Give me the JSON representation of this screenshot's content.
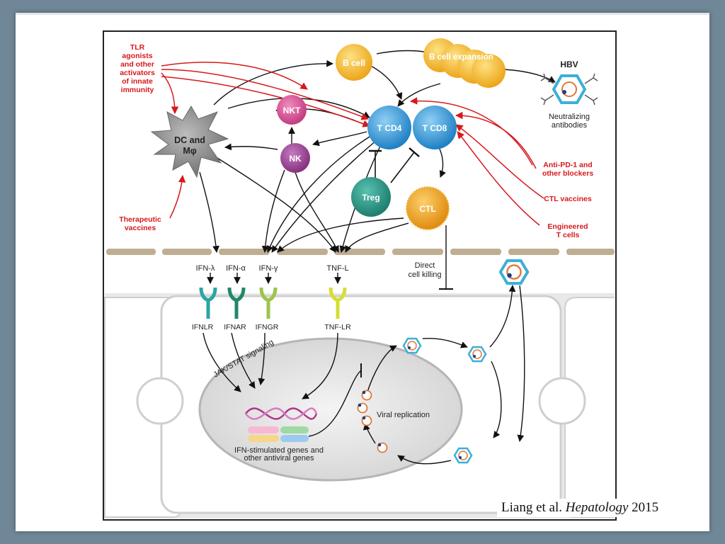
{
  "citation": {
    "authors": "Liang et al.",
    "journal": "Hepatology",
    "year": "2015"
  },
  "red_labels": {
    "tlr": [
      "TLR",
      "agonists",
      "and other",
      "activators",
      "of innate",
      "immunity"
    ],
    "therapeutic": [
      "Therapeutic",
      "vaccines"
    ],
    "anti_pd1": [
      "Anti-PD-1 and",
      "other blockers"
    ],
    "ctl_vaccines": [
      "CTL vaccines"
    ],
    "engineered": [
      "Engineered",
      "T cells"
    ]
  },
  "cells": {
    "dc": [
      "DC and",
      "Mφ"
    ],
    "nkt": "NKT",
    "nk": "NK",
    "bcell": "B cell",
    "bcell_expansion": "B cell expansion",
    "tcd4": "T CD4",
    "tcd8": "T CD8",
    "treg": "Treg",
    "ctl": "CTL"
  },
  "hbv": {
    "title": "HBV",
    "caption": [
      "Neutralizing",
      "antibodies"
    ]
  },
  "cytokines": [
    "IFN-λ",
    "IFN-α",
    "IFN-γ",
    "TNF-L"
  ],
  "receptors": [
    "IFNLR",
    "IFNAR",
    "IFNGR",
    "TNF-LR"
  ],
  "direct_killing": [
    "Direct",
    "cell killing"
  ],
  "jak_stat": "JAK/STAT signaling",
  "genes": [
    "IFN-stimulated genes and",
    "other antiviral genes"
  ],
  "viral_replication": "Viral replication",
  "colors": {
    "red": "#d7191c",
    "tcell": "#3d9ddb",
    "nk": "#a5449c",
    "nkt": "#d8589a",
    "treg": "#2f9e8c",
    "ctl": "#f0a323",
    "bcell": "#f6bf25",
    "dc": "#8f8f8f",
    "membrane": "#bfae92",
    "hbv": "#3bb0d8"
  }
}
